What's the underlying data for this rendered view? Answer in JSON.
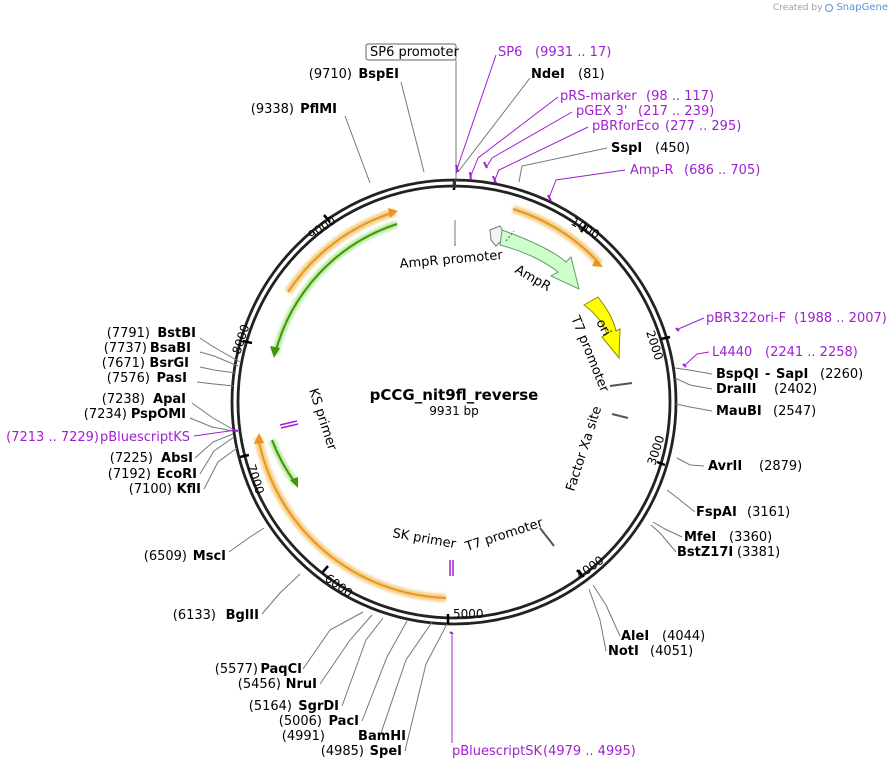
{
  "credit": {
    "prefix": "Created by",
    "brand": "SnapGene"
  },
  "plasmid": {
    "name": "pCCG_nit9fl_reverse",
    "size_label": "9931 bp"
  },
  "ticks": [
    "1000",
    "2000",
    "3000",
    "4000",
    "5000",
    "6000",
    "7000",
    "8000",
    "9000"
  ],
  "boxed_label": "SP6 promoter",
  "enzymes_right": [
    {
      "name": "NdeI",
      "pos": "(81)"
    },
    {
      "name": "SspI",
      "pos": "(450)"
    },
    {
      "name": "BspQI",
      "sep": "-",
      "name2": "SapI",
      "pos": "(2260)"
    },
    {
      "name": "DraIII",
      "pos": "(2402)"
    },
    {
      "name": "MauBI",
      "pos": "(2547)"
    },
    {
      "name": "AvrII",
      "pos": "(2879)"
    },
    {
      "name": "FspAI",
      "pos": "(3161)"
    },
    {
      "name": "MfeI",
      "pos": "(3360)"
    },
    {
      "name": "BstZ17I",
      "pos": "(3381)"
    },
    {
      "name": "AleI",
      "pos": "(4044)"
    },
    {
      "name": "NotI",
      "pos": "(4051)"
    }
  ],
  "enzymes_left": [
    {
      "name": "BspEI",
      "pos": "(9710)"
    },
    {
      "name": "PflMI",
      "pos": "(9338)"
    },
    {
      "name": "BstBI",
      "pos": "(7791)"
    },
    {
      "name": "BsaBI",
      "pos": "(7737)"
    },
    {
      "name": "BsrGI",
      "pos": "(7671)"
    },
    {
      "name": "PasI",
      "pos": "(7576)"
    },
    {
      "name": "ApaI",
      "pos": "(7238)"
    },
    {
      "name": "PspOMI",
      "pos": "(7234)"
    },
    {
      "name": "AbsI",
      "pos": "(7225)"
    },
    {
      "name": "EcoRI",
      "pos": "(7192)"
    },
    {
      "name": "KflI",
      "pos": "(7100)"
    },
    {
      "name": "MscI",
      "pos": "(6509)"
    },
    {
      "name": "BglII",
      "pos": "(6133)"
    },
    {
      "name": "PaqCI",
      "pos": "(5577)"
    },
    {
      "name": "NruI",
      "pos": "(5456)"
    },
    {
      "name": "SgrDI",
      "pos": "(5164)"
    },
    {
      "name": "PacI",
      "pos": "(5006)"
    },
    {
      "name": "BamHI",
      "pos": "(4991)"
    },
    {
      "name": "SpeI",
      "pos": "(4985)"
    }
  ],
  "primers": [
    {
      "name": "SP6",
      "range": "(9931 .. 17)"
    },
    {
      "name": "pRS-marker",
      "range": "(98 .. 117)"
    },
    {
      "name": "pGEX 3'",
      "range": "(217 .. 239)"
    },
    {
      "name": "pBRforEco",
      "range": "(277 .. 295)"
    },
    {
      "name": "Amp-R",
      "range": "(686 .. 705)"
    },
    {
      "name": "pBR322ori-F",
      "range": "(1988 .. 2007)"
    },
    {
      "name": "L4440",
      "range": "(2241 .. 2258)"
    },
    {
      "name": "pBluescriptKS",
      "range": "(7213 .. 7229)"
    },
    {
      "name": "pBluescriptSK",
      "range": "(4979 .. 4995)"
    }
  ],
  "features": {
    "ampr_promoter": "AmpR promoter",
    "ampr": "AmpR",
    "ori": "ori",
    "t7_promoter_right": "T7 promoter",
    "factor_xa": "Factor Xa site",
    "t7_promoter_bottom": "T7 promoter",
    "sk_primer": "SK primer",
    "ks_primer": "KS primer"
  },
  "colors": {
    "primer": "#a020d0",
    "ampr_fill": "#ccffcc",
    "ori_fill": "#ffff00",
    "orange_arrow": "#e8961e",
    "green_arrow": "#3a9a0a"
  }
}
